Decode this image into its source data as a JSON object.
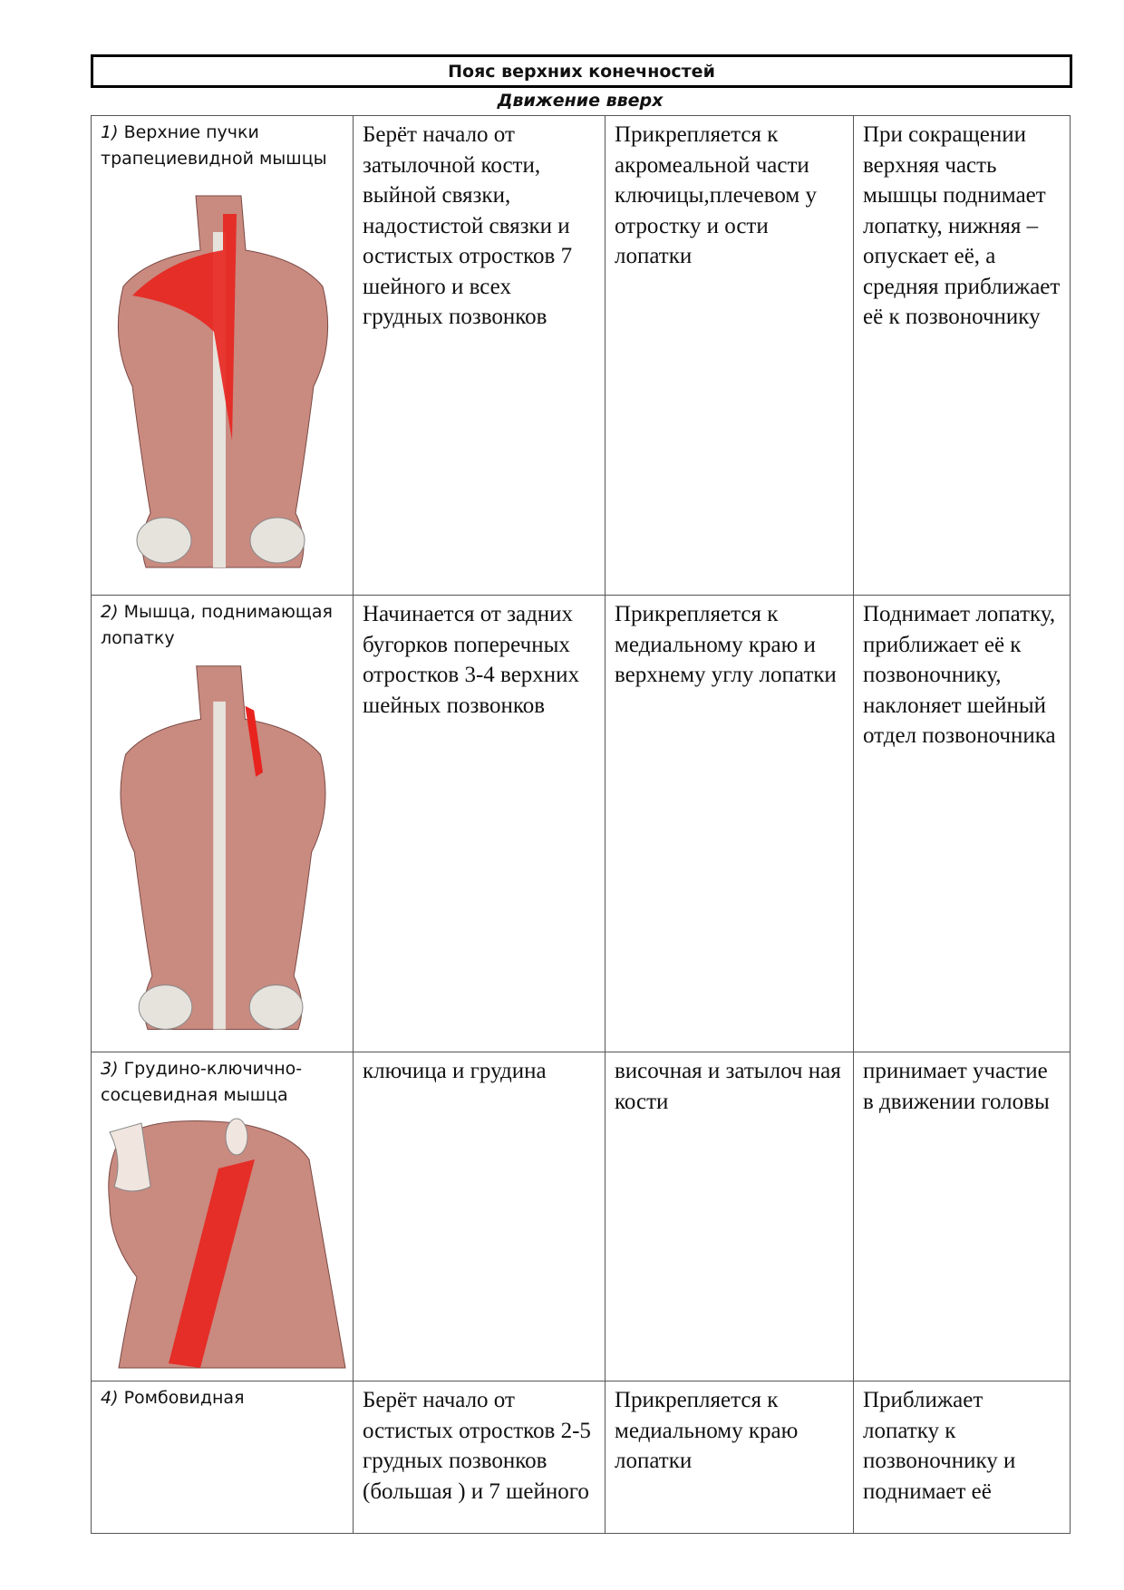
{
  "header": {
    "title": "Пояс верхних конечностей",
    "subtitle": "Движение вверх"
  },
  "rows": [
    {
      "num": "1)",
      "name": "Верхние пучки трапециевидной мышцы",
      "figure": "back-muscles-trapezius",
      "origin": "Берёт начало от затылочной кости, выйной связки, надостистой связки и остистых отростков 7 шейного и всех грудных позвонков",
      "insertion": "Прикрепляется к акромеальной части ключицы,плечевом у отростку и ости лопатки",
      "action": "При сокращении верхняя часть мышцы поднимает лопатку, нижняя –опускает её, а средняя приближает её к позвоночнику"
    },
    {
      "num": "2)",
      "name": "Мышца, поднимающая лопатку",
      "figure": "back-muscles-levator-scapulae",
      "origin": "Начинается от задних бугорков поперечных отростков 3-4 верхних шейных позвонков",
      "insertion": "Прикрепляется к медиальному краю и верхнему углу лопатки",
      "action": "Поднимает лопатку, приближает её к позвоночнику, наклоняет шейный отдел позвоночника"
    },
    {
      "num": "3)",
      "name": "Грудино-ключично-сосцевидная мышца",
      "figure": "neck-muscles-sternocleidomastoid",
      "origin": "ключица и грудина",
      "insertion": "височная и затылоч ная кости",
      "action": "принимает участие в движении головы"
    },
    {
      "num": "4)",
      "name": "Ромбовидная",
      "figure": "",
      "origin": "Берёт начало от остистых отростков 2-5 грудных позвонков (большая ) и 7 шейного",
      "insertion": "Прикрепляется к медиальному краю лопатки",
      "action": "Приближает лопатку к позвоночнику и поднимает её"
    }
  ],
  "colors": {
    "muscle": "#c98a80",
    "highlight": "#e8231e",
    "bone": "#e6e2dc"
  }
}
